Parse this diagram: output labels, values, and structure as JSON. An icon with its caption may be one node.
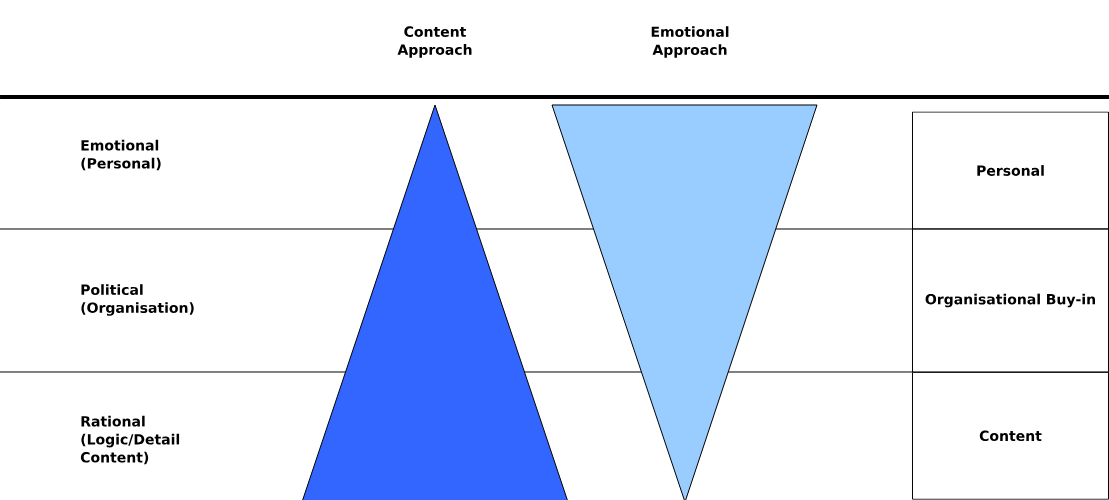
{
  "diagram": {
    "nodes": [
      {
        "text": [
          "Personal"
        ]
      },
      {
        "text": [
          "Organisational Buy-in"
        ]
      },
      {
        "text": [
          "Content"
        ]
      }
    ],
    "labels": [
      "Content Approach",
      "Emotional Approach",
      "Emotional (Personal)",
      "Political (Organisation)",
      "Rational (Logic/Detail Content)"
    ]
  }
}
